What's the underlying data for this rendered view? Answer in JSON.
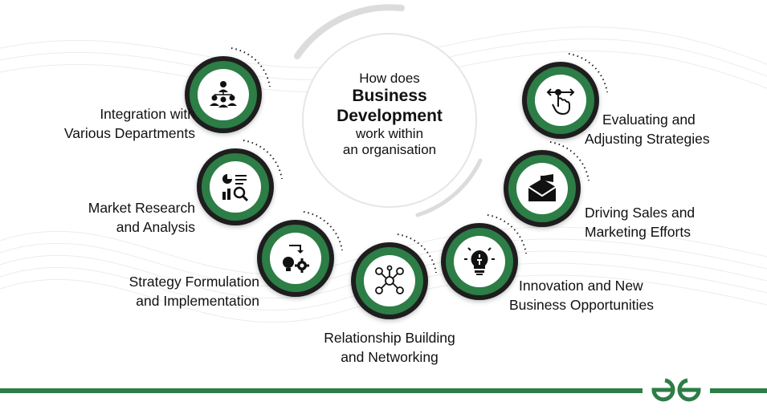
{
  "center": {
    "line1": "How does",
    "line2": "Business",
    "line3": "Development",
    "line4": "work within",
    "line5": "an organisation"
  },
  "nodes": [
    {
      "icon": "team-hierarchy-icon",
      "label": [
        "Integration with",
        "Various Departments"
      ]
    },
    {
      "icon": "market-research-icon",
      "label": [
        "Market Research",
        "and Analysis"
      ]
    },
    {
      "icon": "strategy-lightbulb-gear-icon",
      "label": [
        "Strategy Formulation",
        "and Implementation"
      ]
    },
    {
      "icon": "network-people-icon",
      "label": [
        "Relationship Building",
        "and Networking"
      ]
    },
    {
      "icon": "innovation-lightbulb-icon",
      "label": [
        "Innovation and New",
        "Business Opportunities"
      ]
    },
    {
      "icon": "marketing-megaphone-envelope-icon",
      "label": [
        "Driving Sales and",
        "Marketing Efforts"
      ]
    },
    {
      "icon": "hand-pointer-adjust-icon",
      "label": [
        "Evaluating and",
        "Adjusting Strategies"
      ]
    }
  ],
  "colors": {
    "accent": "#2d7d46",
    "dark": "#1e1e1e"
  },
  "brand": {
    "logo_icon": "geeksforgeeks-logo-icon"
  }
}
